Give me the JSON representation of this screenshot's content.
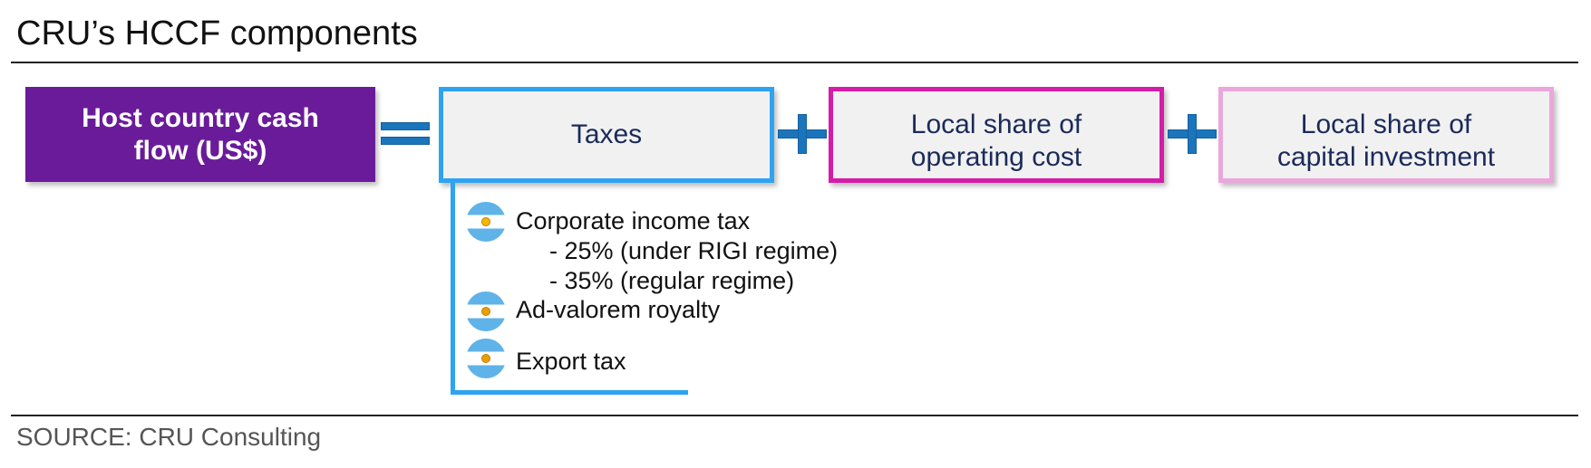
{
  "header": {
    "title": "CRU’s HCCF components"
  },
  "boxes": {
    "host": {
      "line1": "Host country cash",
      "line2": "flow (US$)"
    },
    "taxes": {
      "label": "Taxes"
    },
    "operating_cost": {
      "line1": "Local share of",
      "line2": "operating cost"
    },
    "capital_investment": {
      "line1": "Local share of",
      "line2": "capital investment"
    }
  },
  "taxes_list": {
    "items": [
      {
        "label": "Corporate income tax",
        "icon": "argentina-flag-icon"
      },
      {
        "label": "Ad-valorem royalty",
        "icon": "argentina-flag-icon"
      },
      {
        "label": "Export tax",
        "icon": "argentina-flag-icon"
      }
    ],
    "corporate_income_tax_details": [
      "- 25% (under RIGI regime)",
      "- 35% (regular regime)"
    ]
  },
  "colors": {
    "host_fill": "#6a1b9a",
    "taxes_border": "#2ea3f2",
    "operating_cost_border": "#d41ca8",
    "capital_investment_border": "#eba6dc",
    "operator_blue": "#1b75bb"
  },
  "footer": {
    "source": "SOURCE: CRU Consulting"
  }
}
